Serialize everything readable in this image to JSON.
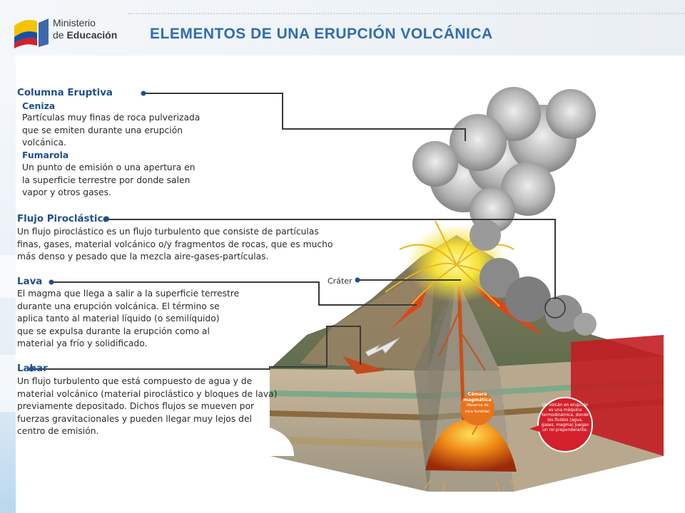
{
  "header": {
    "logo_line1": "Ministerio",
    "logo_line2_prefix": "de ",
    "logo_line2_bold": "Educación",
    "title": "ELEMENTOS DE UNA ERUPCIÓN VOLCÁNICA"
  },
  "sections": {
    "columna": {
      "heading": "Columna Eruptiva",
      "ceniza_title": "Ceniza",
      "ceniza_lines": [
        "Partículas muy finas de roca pulverizada",
        "que se emiten durante una erupción",
        "volcánica."
      ],
      "fumarola_title": "Fumarola",
      "fumarola_lines": [
        "Un punto de emisión o una apertura en",
        "la superficie terrestre por donde salen",
        "vapor y otros gases."
      ]
    },
    "flujo": {
      "heading": "Flujo Piroclástico",
      "lines": [
        "Un flujo piroclástico es un flujo turbulento que consiste de partículas",
        "finas, gases, material volcánico o/y fragmentos de rocas, que es mucho",
        "más denso y pesado que la mezcla aire-gases-partículas."
      ]
    },
    "lava": {
      "heading": "Lava",
      "lines": [
        "El magma que llega a salir a la superficie terrestre",
        "durante una erupción volcánica. El término se",
        "aplica tanto al material líquido (o semilíquido)",
        "que se expulsa durante la erupción como al",
        "material ya frío y solidificado."
      ]
    },
    "lahar": {
      "heading": "Lahar",
      "lines": [
        "Un flujo turbulento que está compuesto de agua y de",
        "material volcánico (material piroclástico y bloques de lava)",
        "previamente depositado. Dichos flujos se mueven por",
        "fuerzas gravitacionales y pueden llegar muy lejos del",
        "centro de emisión."
      ]
    }
  },
  "illustration": {
    "crater_label": "Cráter",
    "camara_label": "Cámara magmática",
    "camara_sub": "(Reserva de roca fundida)",
    "red_note": "Un volcán en erupción es una máquina termodinámica, donde los fluidos (agua, gases, magma) juegan un rol preponderante."
  },
  "colors": {
    "title_blue": "#2e6db4",
    "heading_blue": "#1f4f8f",
    "leader_line": "#3a3a3a",
    "note_red": "#d4202a",
    "camara_orange": "#e8731c"
  }
}
